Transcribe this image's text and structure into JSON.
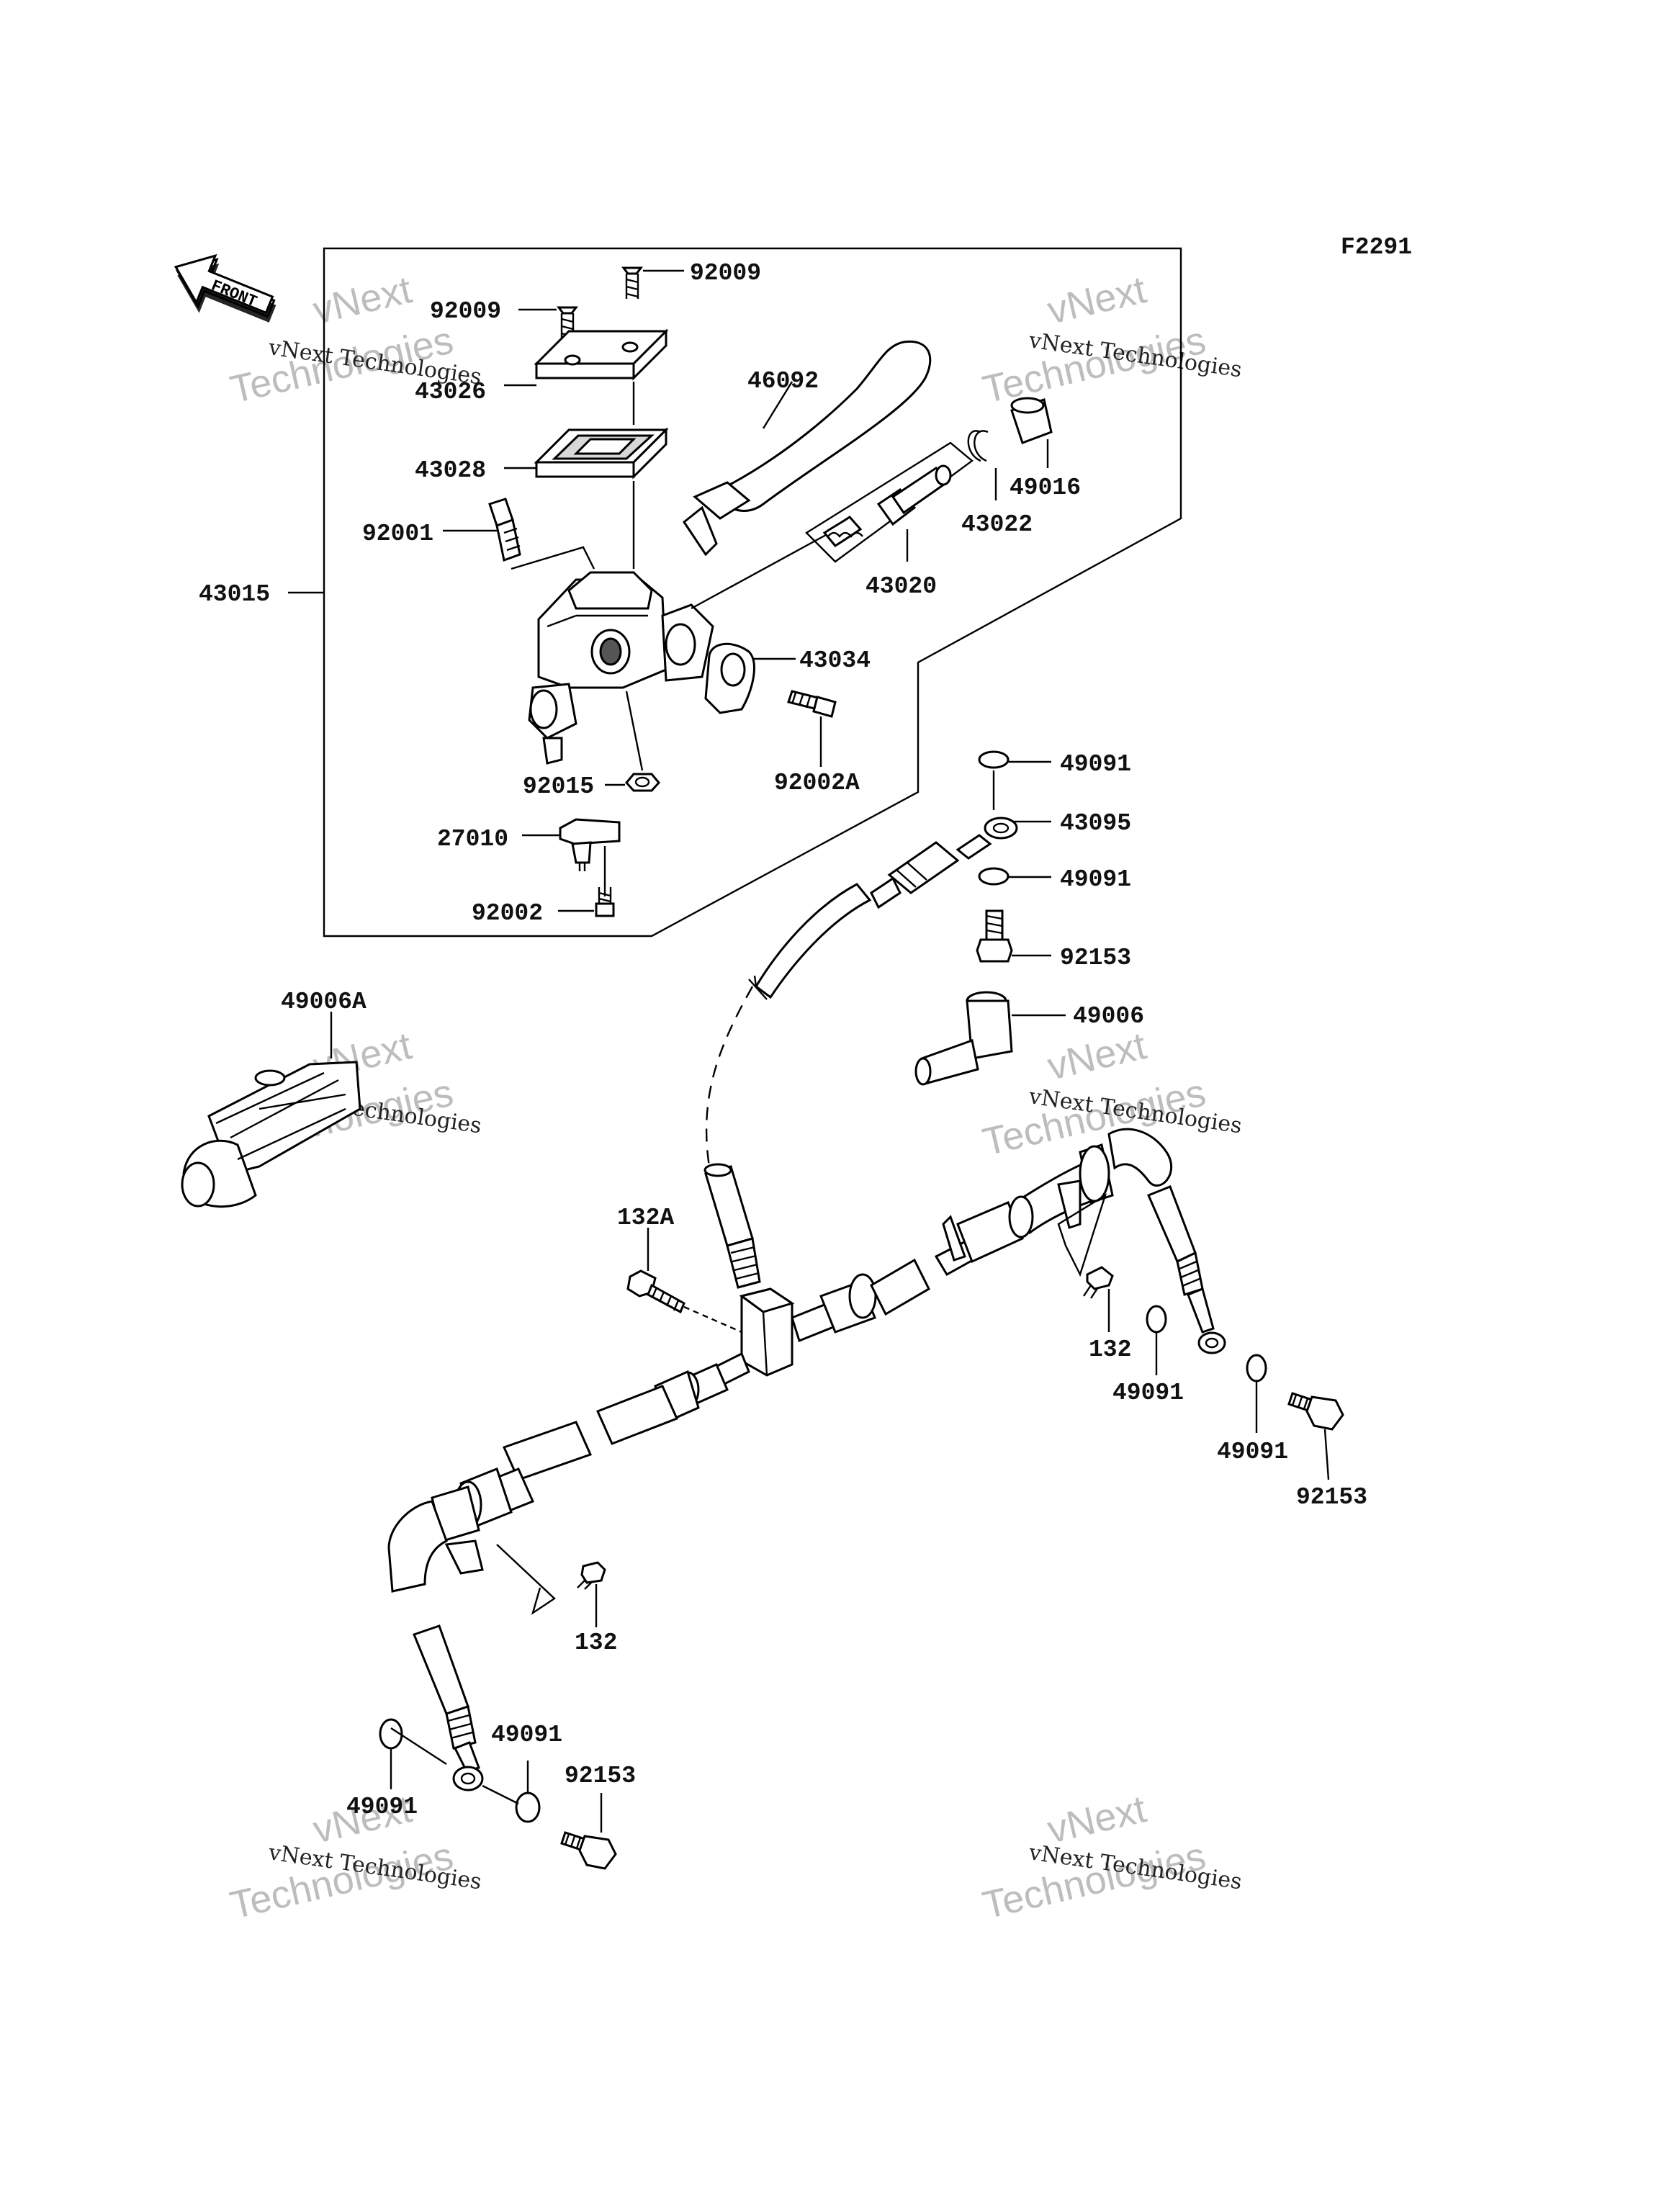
{
  "diagram_code": "F2291",
  "front_label": "FRONT",
  "watermark": {
    "line1": "vNext",
    "line2": "Technologies",
    "small": "vNext Technologies"
  },
  "labels": {
    "p92009a": "92009",
    "p92009b": "92009",
    "p43026": "43026",
    "p46092": "46092",
    "p43028": "43028",
    "p92001": "92001",
    "p43015": "43015",
    "p49016": "49016",
    "p43022": "43022",
    "p43020": "43020",
    "p43034": "43034",
    "p92002A": "92002A",
    "p92015": "92015",
    "p27010": "27010",
    "p92002": "92002",
    "p49091a": "49091",
    "p43095": "43095",
    "p49091b": "49091",
    "p92153a": "92153",
    "p49006": "49006",
    "p49006A": "49006A",
    "p132A": "132A",
    "p132a": "132",
    "p49091c": "49091",
    "p49091d": "49091",
    "p92153b": "92153",
    "p132b": "132",
    "p49091e": "49091",
    "p49091f": "49091",
    "p92153c": "92153"
  }
}
